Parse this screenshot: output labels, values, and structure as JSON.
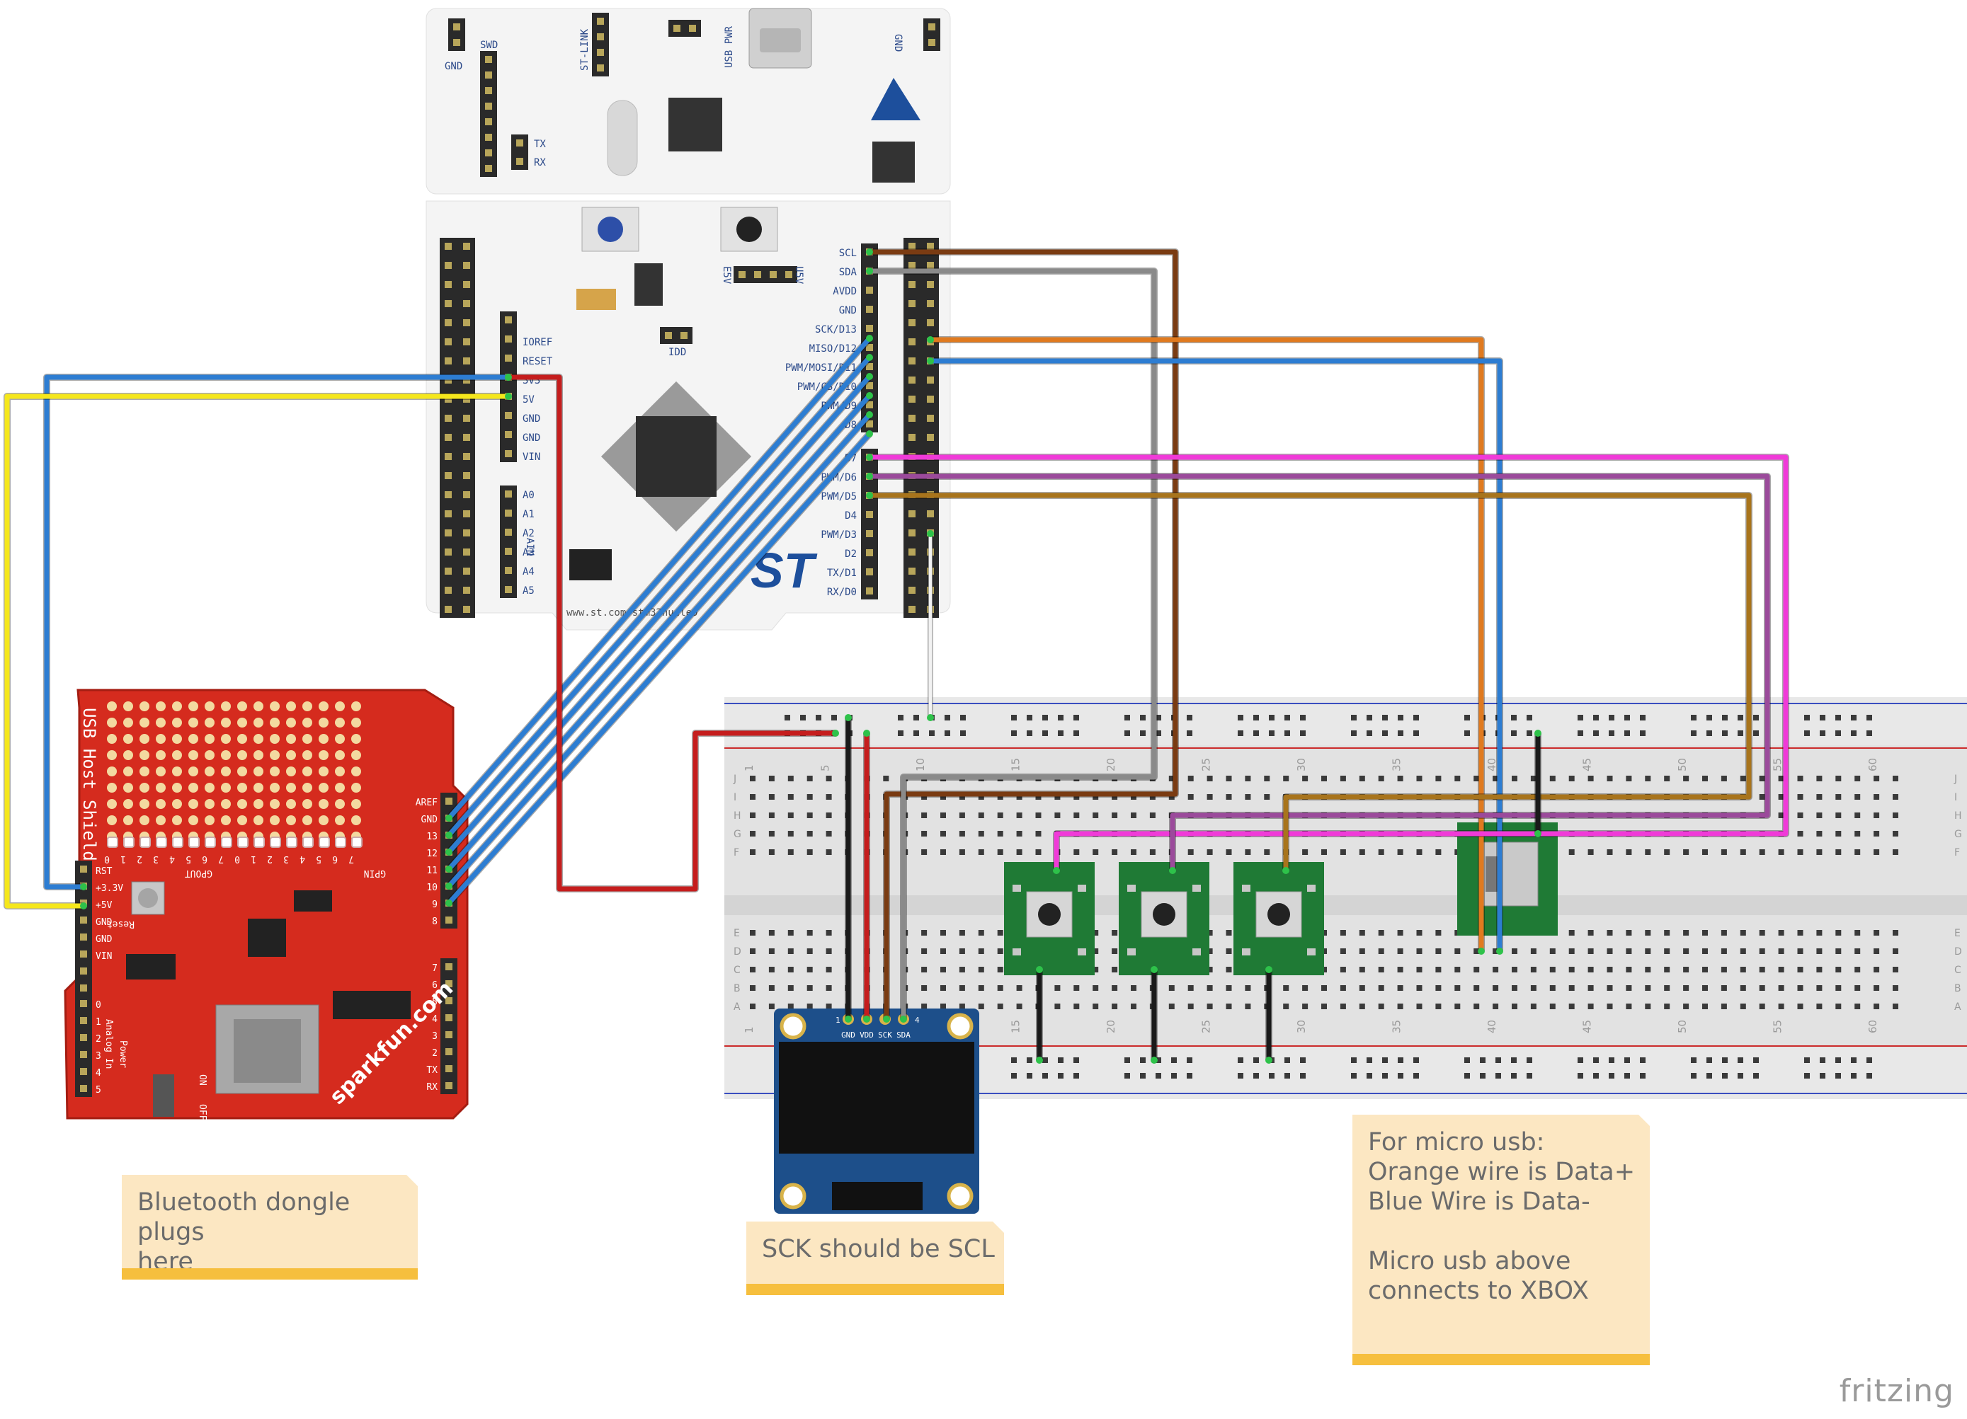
{
  "nucleo": {
    "top_labels": [
      "GND",
      "SWD",
      "ST-LINK",
      "USB PWR",
      "GND",
      "TX",
      "RX"
    ],
    "row_labels": [
      "E5V",
      "U5V",
      "IDD"
    ],
    "left_header": [
      "IOREF",
      "RESET",
      "3V3",
      "5V",
      "GND",
      "GND",
      "VIN"
    ],
    "analog_header": [
      "A0",
      "A1",
      "A2",
      "A3",
      "A4",
      "A5"
    ],
    "analog_group": "AIN",
    "right_header": [
      "SCL",
      "SDA",
      "AVDD",
      "GND",
      "SCK/D13",
      "MISO/D12",
      "PWM/MOSI/D11",
      "PWM/CS/D10",
      "PWM/D9",
      "D8"
    ],
    "right_header2": [
      "D7",
      "PWM/D6",
      "PWM/D5",
      "D4",
      "PWM/D3",
      "D2",
      "TX/D1",
      "RX/D0"
    ],
    "url": "www.st.com/stm32nucleo",
    "logo": "ST"
  },
  "shield": {
    "title": "USB Host Shield",
    "power_pins": [
      "RST",
      "+3.3V",
      "+5V",
      "GND",
      "GND",
      "VIN"
    ],
    "gpout": "GPOUT",
    "gpin": "GPIN",
    "gpout_nums": [
      "0",
      "1",
      "2",
      "3",
      "4",
      "5",
      "6",
      "7"
    ],
    "gpin_nums": [
      "0",
      "1",
      "2",
      "3",
      "4",
      "5",
      "6",
      "7"
    ],
    "reset": "Reset",
    "right_pins": [
      "AREF",
      "GND",
      "13",
      "12",
      "11",
      "10",
      "9",
      "8"
    ],
    "right_pins2": [
      "7",
      "6",
      "5",
      "4",
      "3",
      "2",
      "TX",
      "RX"
    ],
    "analog": "Analog In",
    "analog_pins": [
      "0",
      "1",
      "2",
      "3",
      "4",
      "5"
    ],
    "power_label": "Power",
    "on": "ON",
    "off": "OFF",
    "brand": "sparkfun.com"
  },
  "oled": {
    "pins": [
      "GND",
      "VDD",
      "SCK",
      "SDA"
    ],
    "pin1": "1",
    "pin4": "4"
  },
  "breadboard": {
    "top_numbers": [
      "1",
      "5",
      "10",
      "15",
      "20",
      "25",
      "30",
      "35",
      "40",
      "45",
      "50",
      "55",
      "60"
    ],
    "rows_top": [
      "J",
      "I",
      "H",
      "G",
      "F"
    ],
    "rows_bottom": [
      "E",
      "D",
      "C",
      "B",
      "A"
    ]
  },
  "notes": [
    {
      "id": "bluetooth",
      "text": "Bluetooth dongle plugs\nhere"
    },
    {
      "id": "sck",
      "text": "SCK should be SCL"
    },
    {
      "id": "microusb",
      "text": "For micro usb:\nOrange wire is Data+\nBlue Wire is Data-\n\nMicro usb above\nconnects to XBOX"
    }
  ],
  "watermark": "fritzing",
  "colors": {
    "board": "#f3f3f3",
    "shield": "#d52b1e",
    "button_pcb": "#1f7a35",
    "oled_pcb": "#1d4f8a",
    "wire_blue": "#2d7dd2",
    "wire_yellow": "#f5e71c",
    "wire_red": "#c51d1d",
    "wire_brown": "#7a3b12",
    "wire_gray": "#8a8a8a",
    "wire_orange": "#e07a1f",
    "wire_magenta": "#f03ad8",
    "wire_purple": "#9b4a9b",
    "wire_ochre": "#a8741c",
    "wire_black": "#1a1a1a",
    "note_bg": "#fce7c2",
    "note_bar": "#f6bf3e"
  }
}
